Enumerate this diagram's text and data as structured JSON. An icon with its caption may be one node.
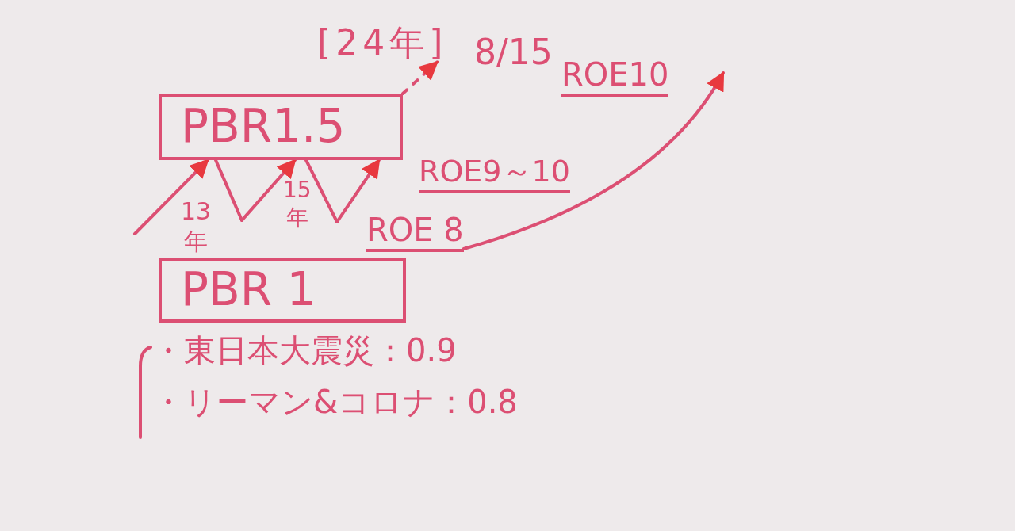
{
  "diagram": {
    "nodes": [
      {
        "text": [
          "[24年]"
        ]
      },
      {
        "text": [
          "PBR1.5"
        ]
      },
      {
        "text": [
          "ROE 8"
        ]
      },
      {
        "text": [
          "PBR 1"
        ]
      }
    ],
    "edges": [
      {
        "from": 1,
        "to": 0,
        "arrow": "to",
        "style": "dashed"
      },
      {
        "from": null,
        "to": 1,
        "arrow": "to"
      },
      {
        "from": 1,
        "to": null,
        "arrow": "none"
      },
      {
        "from": null,
        "to": 1,
        "arrow": "to"
      },
      {
        "from": 1,
        "to": null,
        "arrow": "none"
      },
      {
        "from": null,
        "to": 1,
        "arrow": "to"
      },
      {
        "from": 2,
        "to": null,
        "arrow": "to"
      }
    ],
    "labels": [
      "8/15",
      "ROE10",
      "ROE9～10",
      "13年",
      "15年",
      "・東日本大震災：0.9",
      "・リーマン&コロナ：0.8"
    ]
  }
}
